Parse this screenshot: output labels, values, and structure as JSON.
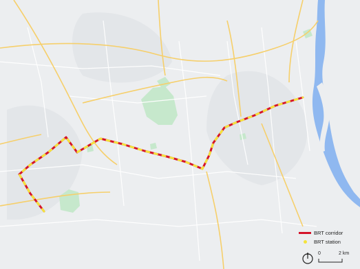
{
  "legend": {
    "corridor_label": "BRT corridor",
    "station_label": "BRT station",
    "corridor_color": "#d4142a",
    "station_color": "#f4e33b"
  },
  "scale": {
    "start_label": "0",
    "end_label": "2 km"
  },
  "colors": {
    "land": "#eceef0",
    "park": "#c6e8cc",
    "park_dark": "#9fd6a6",
    "water": "#8fb8f0",
    "highway": "#f6cf6a",
    "minor_road": "#ffffff",
    "urban": "#e2e4e8"
  },
  "icons": {
    "north_arrow": "north-arrow-icon"
  }
}
